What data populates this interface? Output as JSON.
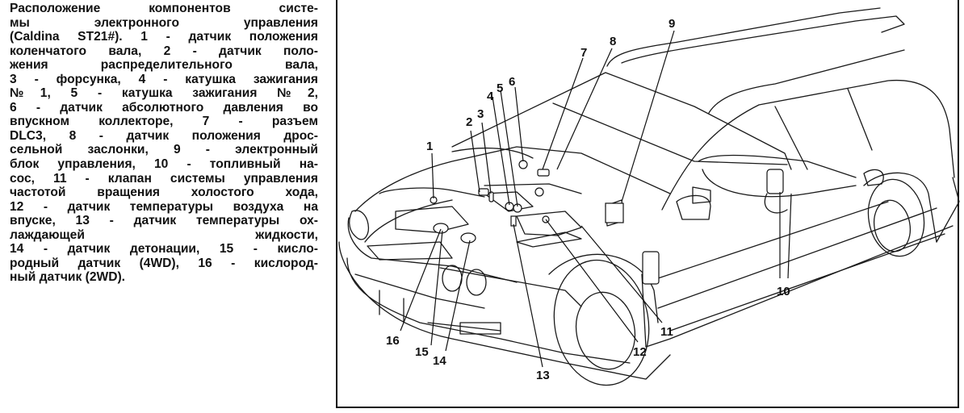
{
  "caption": {
    "lines": [
      "Расположение компонентов систе-",
      "мы электронного управления",
      "(Caldina ST21#). 1 - датчик положения",
      "коленчатого вала, 2 - датчик поло-",
      "жения распределительного вала,",
      "3 - форсунка, 4 - катушка зажигания",
      "№1, 5 - катушка зажигания №2,",
      "6 - датчик абсолютного давления во",
      "впускном коллекторе, 7 - разъем",
      "DLC3, 8 - датчик положения дрос-",
      "сельной заслонки, 9 - электронный",
      "блок управления, 10 - топливный на-",
      "сос, 11 - клапан системы управления",
      "частотой вращения холостого хода,",
      "12 - датчик температуры воздуха на",
      "впуске, 13 - датчик температуры ох-",
      "лаждающей жидкости,",
      "14 - датчик детонации, 15 - кисло-",
      "родный датчик (4WD), 16 - кислород-",
      "ный датчик (2WD)."
    ]
  },
  "diagram": {
    "subject": "Toyota Caldina ST21# engine control system component locations",
    "callouts": [
      {
        "id": "1",
        "label": "1",
        "component": "датчик положения коленчатого вала"
      },
      {
        "id": "2",
        "label": "2",
        "component": "датчик положения распределительного вала"
      },
      {
        "id": "3",
        "label": "3",
        "component": "форсунка"
      },
      {
        "id": "4",
        "label": "4",
        "component": "катушка зажигания №1"
      },
      {
        "id": "5",
        "label": "5",
        "component": "катушка зажигания №2"
      },
      {
        "id": "6",
        "label": "6",
        "component": "датчик абсолютного давления во впускном коллекторе"
      },
      {
        "id": "7",
        "label": "7",
        "component": "разъем DLC3"
      },
      {
        "id": "8",
        "label": "8",
        "component": "датчик положения дроссельной заслонки"
      },
      {
        "id": "9",
        "label": "9",
        "component": "электронный блок управления"
      },
      {
        "id": "10",
        "label": "10",
        "component": "топливный насос"
      },
      {
        "id": "11",
        "label": "11",
        "component": "клапан системы управления частотой вращения холостого хода"
      },
      {
        "id": "12",
        "label": "12",
        "component": "датчик температуры воздуха на впуске"
      },
      {
        "id": "13",
        "label": "13",
        "component": "датчик температуры охлаждающей жидкости"
      },
      {
        "id": "14",
        "label": "14",
        "component": "датчик детонации"
      },
      {
        "id": "15",
        "label": "15",
        "component": "кислородный датчик (4WD)"
      },
      {
        "id": "16",
        "label": "16",
        "component": "кислородный датчик (2WD)"
      }
    ]
  }
}
